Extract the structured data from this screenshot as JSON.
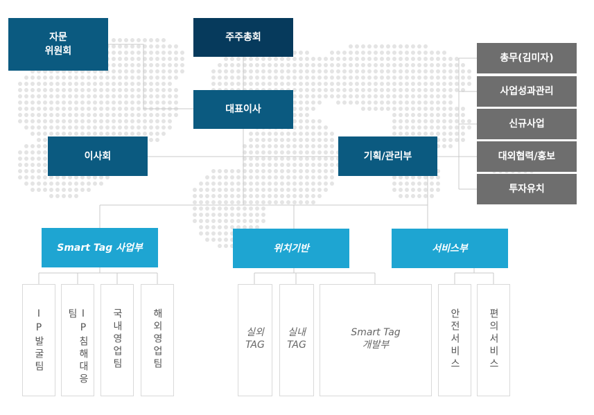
{
  "nodes": {
    "advisory": "자문\n위원회",
    "shareholders": "주주총회",
    "ceo": "대표이사",
    "board": "이사회",
    "planning": "기획/관리부"
  },
  "side_items": [
    "총무(김미자)",
    "사업성과관리",
    "신규사업",
    "대외협력/홍보",
    "투자유치"
  ],
  "divisions": {
    "smarttag": "Smart Tag 사업부",
    "location": "위치기반",
    "service": "서비스부"
  },
  "teams": {
    "ip_discovery": "IP발굴팀",
    "ip_infringement": "IP침해대응팀",
    "domestic_sales": "국내영업팀",
    "overseas_sales": "해외영업팀",
    "outdoor_tag": "실외\nTAG",
    "indoor_tag": "실내\nTAG",
    "smarttag_dev": "Smart Tag\n개발부",
    "safety_service": "안전서비스",
    "convenience_service": "편의서비스"
  },
  "colors": {
    "top_dark": "#063a5c",
    "top_blue": "#0b5a80",
    "division_cyan": "#1ea5d2",
    "side_grey": "#6e6e6e",
    "connector": "#c8c8c8",
    "map_dot": "#e4e4e4"
  }
}
